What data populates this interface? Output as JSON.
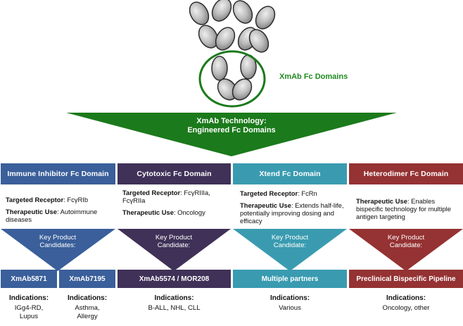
{
  "title_label": "XmAb Fc Domains",
  "technology": {
    "line1": "XmAb Technology:",
    "line2": "Engineered Fc Domains"
  },
  "colors": {
    "green": "#1b7a1b",
    "blue": "#3a5f9a",
    "purple": "#3f3157",
    "teal": "#3a9bb0",
    "red": "#953233"
  },
  "domains": [
    {
      "header": "Immune Inhibitor Fc Domain",
      "receptor_label": "Targeted Receptor",
      "receptor_value": ": FcγRIb",
      "use_label": "Therapeutic Use",
      "use_value": ": Autoimmune diseases",
      "candidates_label_1": "Key Product",
      "candidates_label_2": "Candidates:",
      "candidates": [
        {
          "name": "XmAb5871",
          "ind_title": "Indications:",
          "ind_1": "IGg4-RD,",
          "ind_2": "Lupus"
        },
        {
          "name": "XmAb7195",
          "ind_title": "Indications:",
          "ind_1": "Asthma,",
          "ind_2": "Allergy"
        }
      ]
    },
    {
      "header": "Cytotoxic Fc Domain",
      "receptor_label": "Targeted Receptor",
      "receptor_value": ": FcγRIIIa, FcγRIIa",
      "use_label": "Therapeutic Use",
      "use_value": ": Oncology",
      "candidates_label_1": "Key Product",
      "candidates_label_2": "Candidate:",
      "candidates": [
        {
          "name": "XmAb5574  / MOR208",
          "ind_title": "Indications:",
          "ind_1": "B-ALL, NHL, CLL",
          "ind_2": ""
        }
      ]
    },
    {
      "header": "Xtend Fc Domain",
      "receptor_label": "Targeted Receptor",
      "receptor_value": ": FcRn",
      "use_label": "Therapeutic Use",
      "use_value": ": Extends half-life, potentially improving dosing and efficacy",
      "candidates_label_1": "Key Product",
      "candidates_label_2": "Candidate:",
      "candidates": [
        {
          "name": "Multiple partners",
          "ind_title": "Indications:",
          "ind_1": "Various",
          "ind_2": ""
        }
      ]
    },
    {
      "header": "Heterodimer Fc Domain",
      "receptor_label": "",
      "receptor_value": "",
      "use_label": "Therapeutic Use",
      "use_value": ": Enables bispecific technology for multiple antigen targeting",
      "candidates_label_1": "Key Product",
      "candidates_label_2": "Candidate:",
      "candidates": [
        {
          "name": "Preclinical Bispecific Pipeline",
          "ind_title": "Indications:",
          "ind_1": "Oncology, other",
          "ind_2": ""
        }
      ]
    }
  ]
}
